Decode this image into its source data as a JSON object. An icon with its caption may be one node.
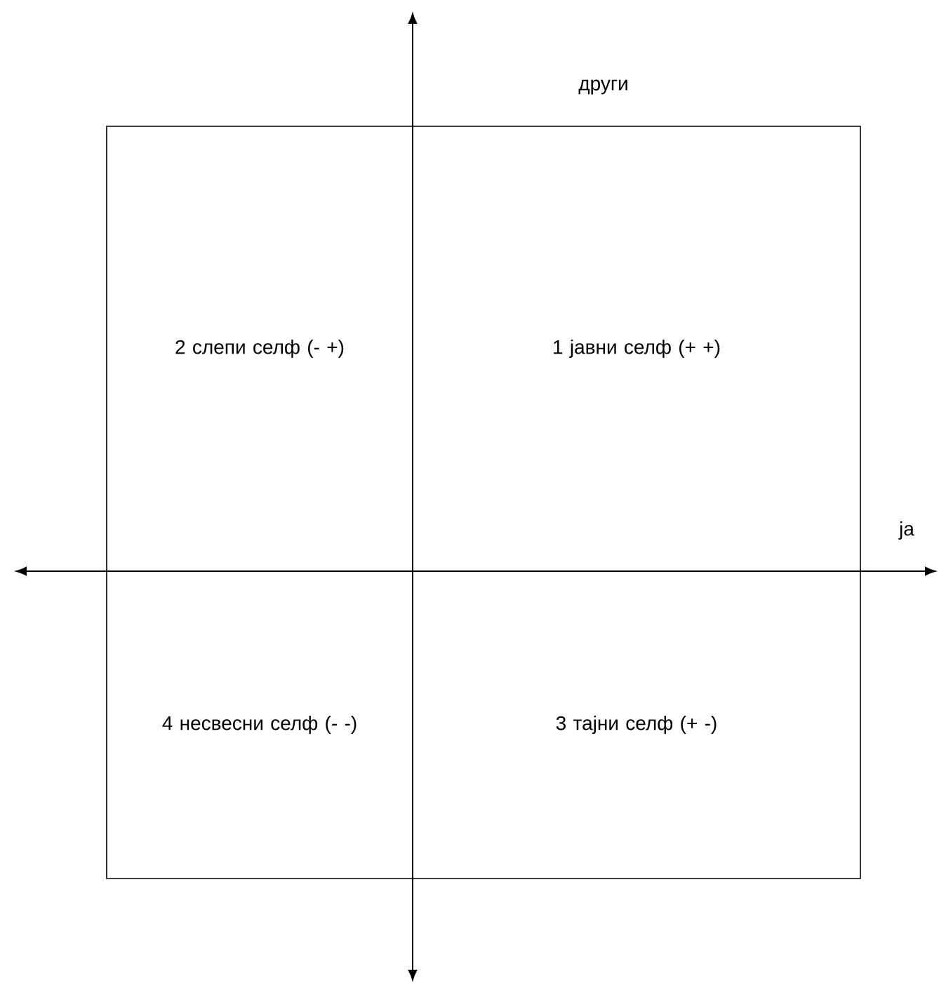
{
  "diagram": {
    "nodes": [
      {
        "text": [
          "2  слепи селф (- +)"
        ]
      },
      {
        "text": [
          "1  јавни селф (+ +)"
        ]
      },
      {
        "text": [
          "4  несвесни селф (- -)"
        ]
      },
      {
        "text": [
          "3  тајни селф (+ -)"
        ]
      }
    ],
    "labels": [
      "други",
      "ја"
    ]
  }
}
